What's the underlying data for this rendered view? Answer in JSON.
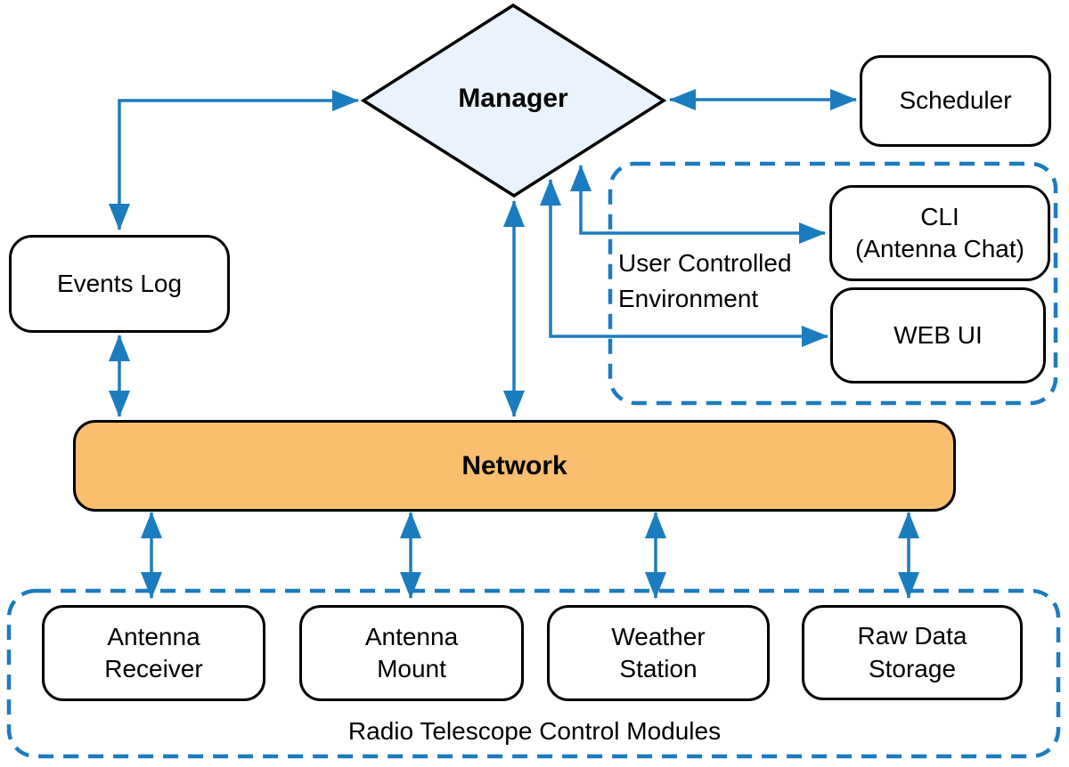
{
  "diagram_type": "system-architecture",
  "nodes": {
    "manager": {
      "label": "Manager",
      "shape": "diamond"
    },
    "scheduler": {
      "label": "Scheduler",
      "shape": "rounded-rect"
    },
    "events_log": {
      "label": "Events Log",
      "shape": "rounded-rect"
    },
    "cli": {
      "label_line1": "CLI",
      "label_line2": "(Antenna Chat)",
      "shape": "rounded-rect"
    },
    "web_ui": {
      "label": "WEB UI",
      "shape": "rounded-rect"
    },
    "network": {
      "label": "Network",
      "shape": "rounded-rect-bar"
    },
    "antenna_receiver": {
      "label": "Antenna Receiver",
      "shape": "rounded-rect"
    },
    "antenna_mount": {
      "label": "Antenna Mount",
      "shape": "rounded-rect"
    },
    "weather_station": {
      "label": "Weather Station",
      "shape": "rounded-rect"
    },
    "raw_data_storage": {
      "label": "Raw Data Storage",
      "shape": "rounded-rect"
    }
  },
  "groups": {
    "user_env": {
      "label": "User Controlled Environment",
      "border": "dashed"
    },
    "telescope_modules": {
      "label": "Radio Telescope Control Modules",
      "border": "dashed"
    }
  },
  "edges": [
    {
      "from": "events_log",
      "to": "manager",
      "style": "elbow",
      "heads": 2
    },
    {
      "from": "manager",
      "to": "scheduler",
      "style": "straight",
      "heads": 2
    },
    {
      "from": "events_log",
      "to": "network",
      "style": "straight",
      "heads": 2
    },
    {
      "from": "manager",
      "to": "network",
      "style": "straight",
      "heads": 2
    },
    {
      "from": "manager",
      "to": "cli",
      "style": "elbow",
      "heads": 2
    },
    {
      "from": "manager",
      "to": "web_ui",
      "style": "elbow",
      "heads": 2
    },
    {
      "from": "network",
      "to": "antenna_receiver",
      "style": "straight",
      "heads": 2
    },
    {
      "from": "network",
      "to": "antenna_mount",
      "style": "straight",
      "heads": 2
    },
    {
      "from": "network",
      "to": "weather_station",
      "style": "straight",
      "heads": 2
    },
    {
      "from": "network",
      "to": "raw_data_storage",
      "style": "straight",
      "heads": 2
    }
  ],
  "colors": {
    "arrow_blue": "#1B7CBF",
    "network_orange": "#F9BF6E",
    "manager_fill": "#EAF2FB",
    "box_border": "#000000"
  }
}
